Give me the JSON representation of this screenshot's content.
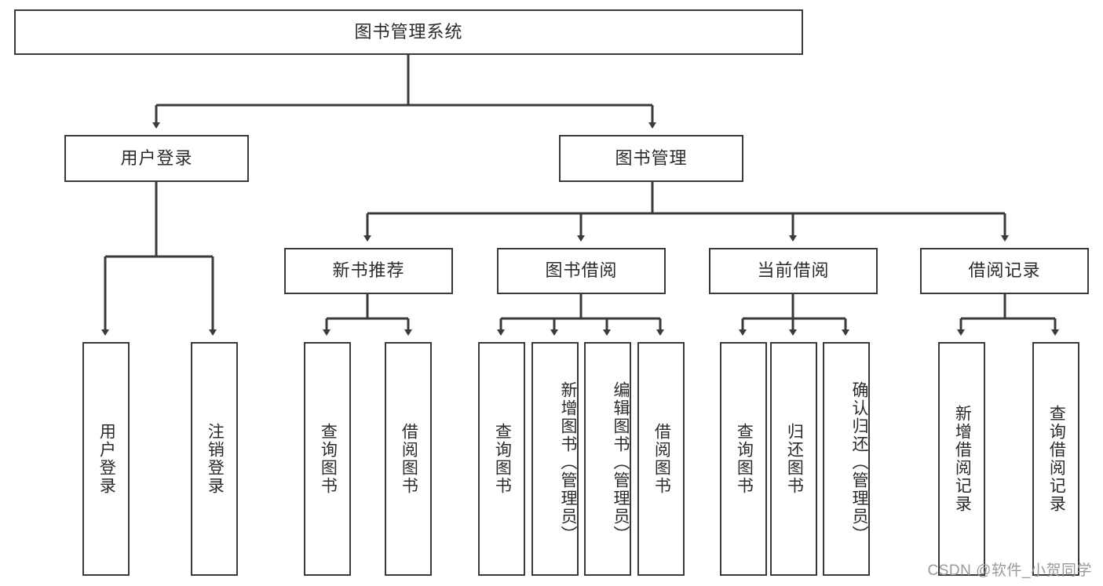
{
  "diagram": {
    "title": "图书管理系统",
    "type": "hierarchy-tree",
    "root": {
      "label": "图书管理系统"
    },
    "level2": [
      {
        "label": "用户登录"
      },
      {
        "label": "图书管理"
      }
    ],
    "level3": [
      {
        "label": "新书推荐"
      },
      {
        "label": "图书借阅"
      },
      {
        "label": "当前借阅"
      },
      {
        "label": "借阅记录"
      }
    ],
    "leaves": {
      "user_login": [
        {
          "label": "用户登录"
        },
        {
          "label": "注销登录"
        }
      ],
      "new_book_recommend": [
        {
          "label": "查询图书"
        },
        {
          "label": "借阅图书"
        }
      ],
      "book_borrow": [
        {
          "label": "查询图书"
        },
        {
          "label": "新增图书（管理员）"
        },
        {
          "label": "编辑图书（管理员）"
        },
        {
          "label": "借阅图书"
        }
      ],
      "current_borrow": [
        {
          "label": "查询图书"
        },
        {
          "label": "归还图书"
        },
        {
          "label": "确认归还（管理员）"
        }
      ],
      "borrow_record": [
        {
          "label": "新增借阅记录"
        },
        {
          "label": "查询借阅记录"
        }
      ]
    }
  },
  "watermark": {
    "text": "CSDN @软件_小贺同学"
  },
  "colors": {
    "border": "#3a3a3a",
    "text": "#2b2b2b",
    "background": "#ffffff",
    "watermark": "#9a9a9a"
  }
}
